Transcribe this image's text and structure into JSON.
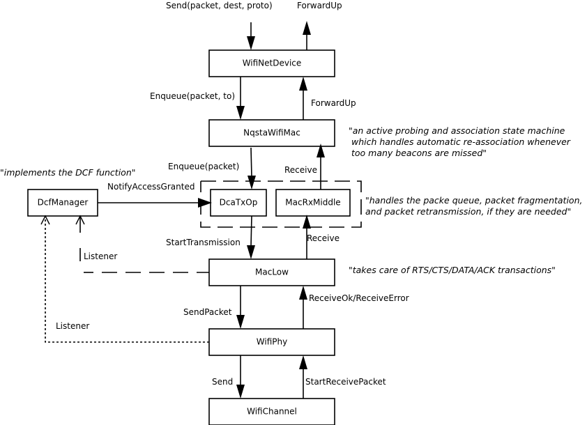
{
  "boxes": {
    "wifi_net_device": "WifiNetDevice",
    "nqsta_wifi_mac": "NqstaWifiMac",
    "dca_tx_op": "DcaTxOp",
    "mac_rx_middle": "MacRxMiddle",
    "dcf_manager": "DcfManager",
    "mac_low": "MacLow",
    "wifi_phy": "WifiPhy",
    "wifi_channel": "WifiChannel"
  },
  "labels": {
    "send_packet_dest_proto": "Send(packet, dest, proto)",
    "forward_up_top": "ForwardUp",
    "enqueue_packet_to": "Enqueue(packet, to)",
    "forward_up_mid": "ForwardUp",
    "enqueue_packet": "Enqueue(packet)",
    "receive_upper": "Receive",
    "notify_access_granted": "NotifyAccessGranted",
    "start_transmission": "StartTransmission",
    "receive_lower": "Receive",
    "listener_dashed": "Listener",
    "listener_dotted": "Listener",
    "send_packet": "SendPacket",
    "receive_ok_error": "ReceiveOk/ReceiveError",
    "send": "Send",
    "start_receive_packet": "StartReceivePacket"
  },
  "notes": {
    "nqsta_line1_q": "\"",
    "nqsta_line1": "an active probing and association state machine",
    "nqsta_line2": "which handles automatic re-association whenever",
    "nqsta_line3": "too many beacons are missed",
    "nqsta_line3_q": "\"",
    "dcf_q1": "\"",
    "dcf_text": "implements the DCF function",
    "dcf_q2": "\"",
    "queue_q1": "\"",
    "queue_line1": "handles the packe queue, packet fragmentation,",
    "queue_line2": "and packet retransmission, if they are needed",
    "queue_q2": "\"",
    "maclow_q1": "\"",
    "maclow_text": "takes care of RTS/CTS/DATA/ACK transactions",
    "maclow_q2": "\""
  }
}
